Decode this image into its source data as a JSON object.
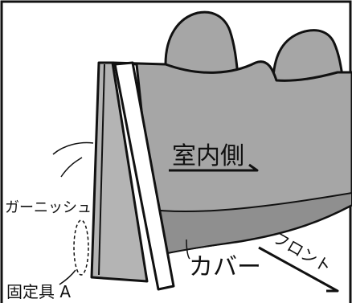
{
  "labels": {
    "interior_side": "室内側",
    "garnish": "ガーニッシュ",
    "cover": "カバー",
    "front": "フロント",
    "fixture_a": "固定具 A"
  },
  "colors": {
    "background": "#ffffff",
    "line": "#111111",
    "seat_gray": "#a6a6a6",
    "garnish_gray": "#b4b4b4",
    "cover_dark": "#8f8f8f",
    "strip_white": "#ffffff"
  }
}
